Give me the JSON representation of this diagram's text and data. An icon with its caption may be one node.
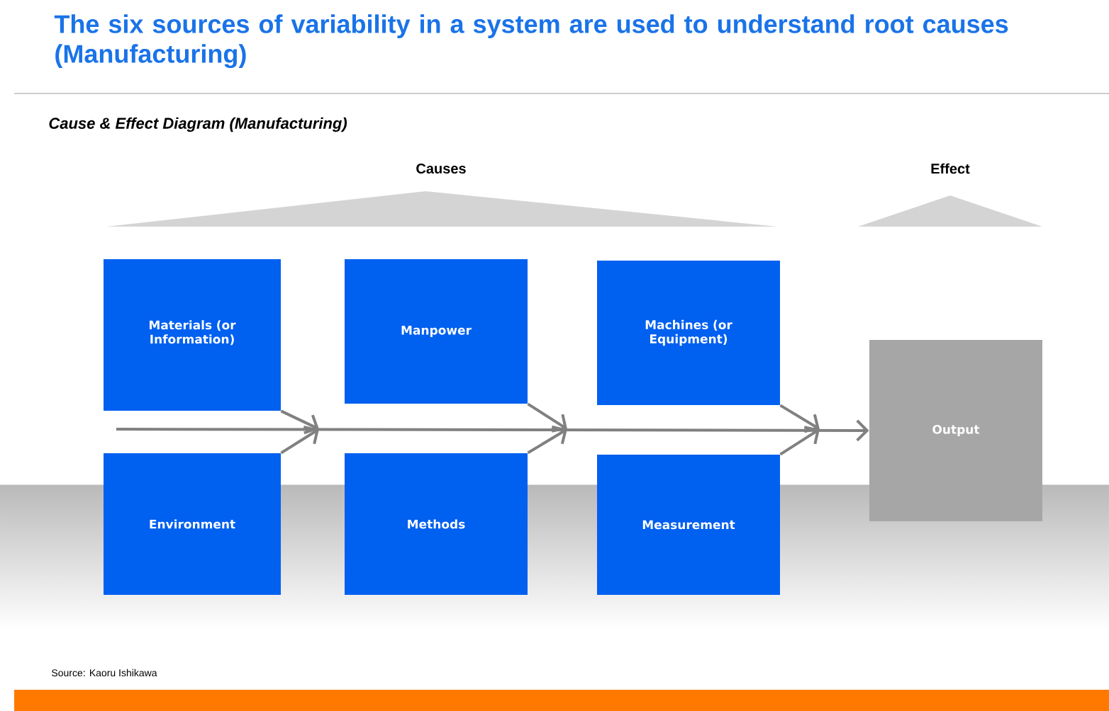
{
  "diagram": {
    "title": "The six sources of variability in a system are used to understand root causes (Manufacturing)",
    "nodes": [
      {
        "text": [
          "Materials (or Information)"
        ]
      },
      {
        "text": [
          "Manpower"
        ]
      },
      {
        "text": [
          "Machines (or Equipment)"
        ]
      },
      {
        "text": [
          "Environment"
        ]
      },
      {
        "text": [
          "Methods"
        ]
      },
      {
        "text": [
          "Measurement"
        ]
      },
      {
        "text": [
          "Output"
        ]
      },
      {
        "text": [
          "Causes"
        ]
      },
      {
        "text": [
          "Effect"
        ]
      }
    ],
    "edges": [
      {
        "from": null,
        "to": 6,
        "arrow": "to"
      },
      {
        "from": 0,
        "to": null,
        "arrow": "to"
      },
      {
        "from": 3,
        "to": null,
        "arrow": "to"
      },
      {
        "from": 1,
        "to": null,
        "arrow": "to"
      },
      {
        "from": 4,
        "to": null,
        "arrow": "to"
      },
      {
        "from": 2,
        "to": null,
        "arrow": "to"
      },
      {
        "from": 5,
        "to": null,
        "arrow": "to"
      }
    ],
    "labels": [
      "Cause & Effect Diagram (Manufacturing)",
      "Source: Kaoru Ishikawa"
    ]
  }
}
